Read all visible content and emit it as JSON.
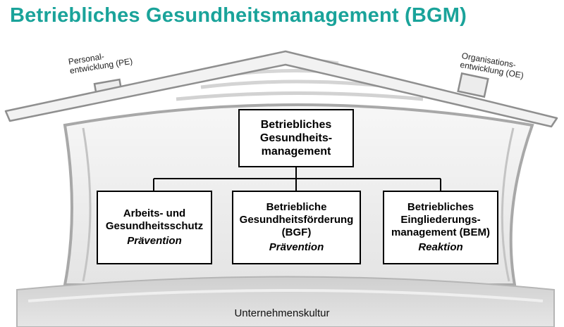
{
  "title": "Betriebliches Gesundheitsmanagement (BGM)",
  "roof": {
    "left": {
      "line1": "Personal-",
      "line2": "entwicklung (PE)"
    },
    "right": {
      "line1": "Organisations-",
      "line2": "entwicklung (OE)"
    }
  },
  "top_box": {
    "line1": "Betriebliches",
    "line2": "Gesundheits-",
    "line3": "management"
  },
  "pillars": [
    {
      "line1": "Arbeits- und",
      "line2": "Gesundheitsschutz",
      "line3": "",
      "sub": "Prävention"
    },
    {
      "line1": "Betriebliche",
      "line2": "Gesundheitsförderung",
      "line3": "(BGF)",
      "sub": "Prävention"
    },
    {
      "line1": "Betriebliches",
      "line2": "Eingliederungs-",
      "line3": "management (BEM)",
      "sub": "Reaktion"
    }
  ],
  "foundation": "Unternehmenskultur",
  "colors": {
    "title": "#1aa39a",
    "house_fill": "#e9e9e9",
    "house_stroke": "#9a9a9a"
  }
}
